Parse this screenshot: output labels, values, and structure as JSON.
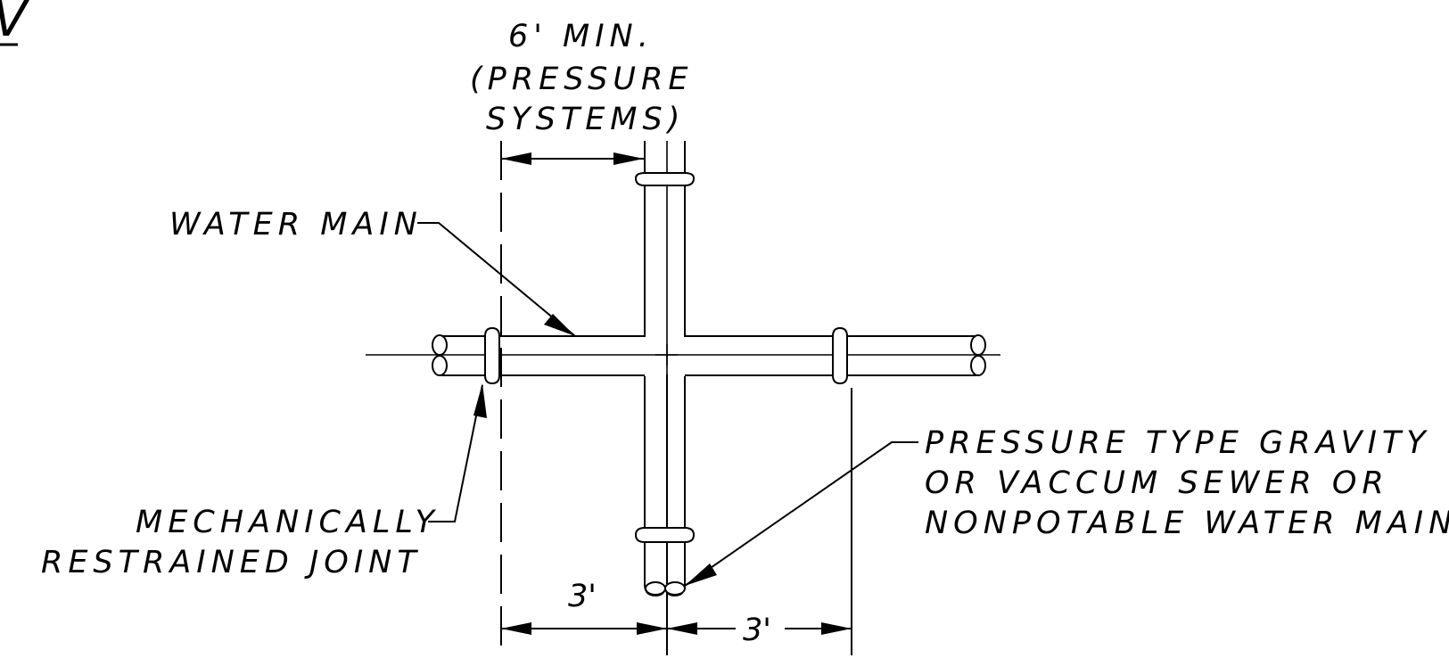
{
  "title_fragment": "V",
  "labels": {
    "dim_top_line1": "6' MIN.",
    "dim_top_line2": "(PRESSURE",
    "dim_top_line3": "SYSTEMS)",
    "water_main": "WATER MAIN",
    "joint_line1": "MECHANICALLY",
    "joint_line2": "RESTRAINED JOINT",
    "sewer_line1": "PRESSURE TYPE GRAVITY",
    "sewer_line2": "OR VACCUM SEWER OR",
    "sewer_line3": "NONPOTABLE WATER MAIN",
    "dim_left": "3'",
    "dim_right": "3'"
  }
}
